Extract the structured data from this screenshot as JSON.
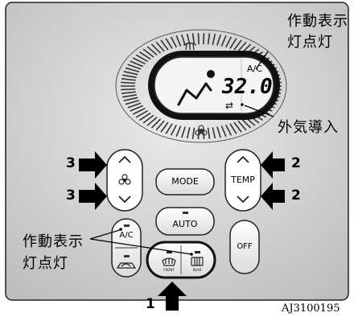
{
  "labels": {
    "indicator_on_top_line1": "作動表示",
    "indicator_on_top_line2": "灯点灯",
    "outside_air_intro": "外気導入",
    "indicator_on_left_line1": "作動表示",
    "indicator_on_left_line2": "灯点灯",
    "figure_code": "AJ3100195"
  },
  "display": {
    "ac_text": "A/C",
    "temperature": "32.0"
  },
  "buttons": {
    "mode": "MODE",
    "auto": "AUTO",
    "temp": "TEMP",
    "ac": "A/C",
    "off": "OFF",
    "front": "FRONT",
    "rear": "REAR"
  },
  "callouts": {
    "fan_up": "3",
    "fan_down": "3",
    "temp_up": "2",
    "temp_down": "2",
    "defroster": "1"
  },
  "icons": [
    "fan-icon",
    "defroster-icon",
    "rear-defroster-icon",
    "airflow-person-icon",
    "recirculation-icon",
    "chevron-up-icon",
    "chevron-down-icon",
    "arrow-icon"
  ]
}
